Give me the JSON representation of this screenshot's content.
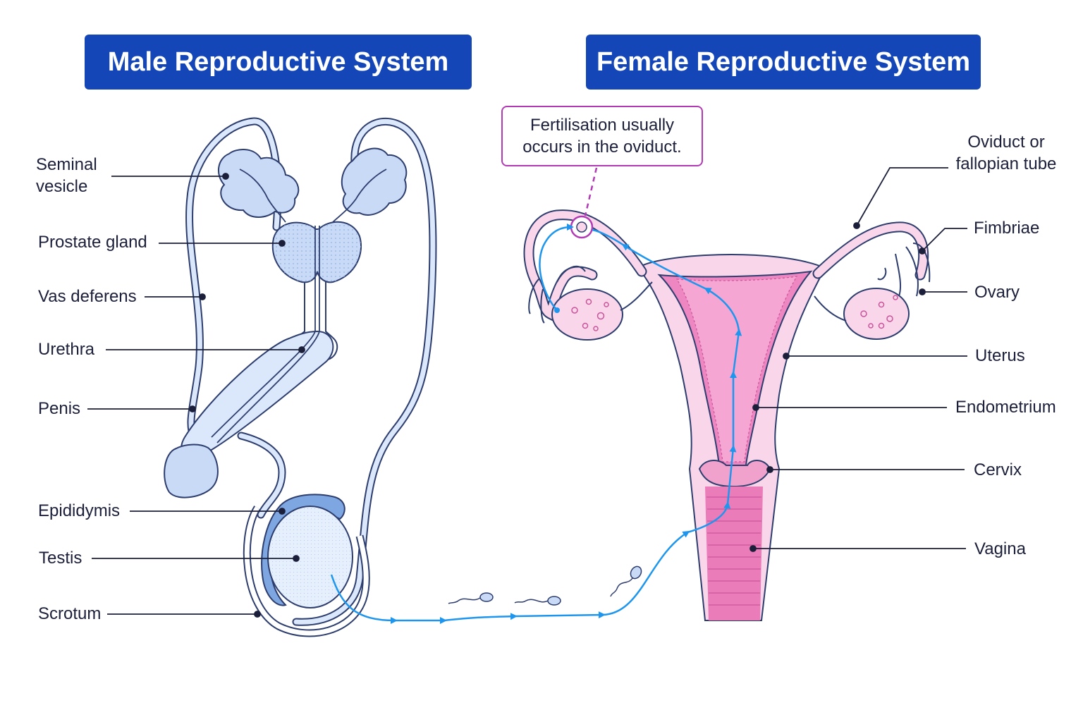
{
  "male": {
    "title": "Male Reproductive System",
    "labels": {
      "seminal_vesicle_1": "Seminal",
      "seminal_vesicle_2": "vesicle",
      "prostate": "Prostate gland",
      "vas_deferens": "Vas deferens",
      "urethra": "Urethra",
      "penis": "Penis",
      "epididymis": "Epididymis",
      "testis": "Testis",
      "scrotum": "Scrotum"
    }
  },
  "female": {
    "title": "Female Reproductive System",
    "callout_line1": "Fertilisation usually",
    "callout_line2": "occurs in the oviduct.",
    "labels": {
      "oviduct_1": "Oviduct or",
      "oviduct_2": "fallopian tube",
      "fimbriae": "Fimbriae",
      "ovary": "Ovary",
      "uterus": "Uterus",
      "endometrium": "Endometrium",
      "cervix": "Cervix",
      "vagina": "Vagina"
    }
  },
  "colors": {
    "banner": "#1446b8",
    "male_fill": "#dbe8fb",
    "male_outline": "#2d3d6e",
    "female_fill": "#f9d6ea",
    "female_deep": "#ee86c2",
    "sperm_path": "#1e96ee",
    "callout_border": "#b23bb5"
  }
}
